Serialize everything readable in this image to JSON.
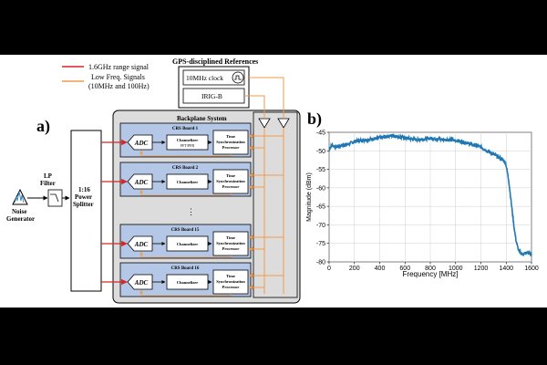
{
  "legend": {
    "rf_label": "1.6GHz range signal",
    "lf_label_1": "Low Freq. Signals",
    "lf_label_2": "(10MHz and 100Hz)"
  },
  "references": {
    "title": "GPS-disciplined References",
    "clock": "10MHz clock",
    "irig": "IRIG-B"
  },
  "panel_a": {
    "label": "a)",
    "noise_1": "Noise",
    "noise_2": "Generator",
    "lp_1": "LP",
    "lp_2": "Filter",
    "splitter_1": "1:16",
    "splitter_2": "Power",
    "splitter_3": "Splitter",
    "backplane": "Backplane System",
    "ellipsis": "⋮",
    "boards": [
      {
        "title": "CRS Board 1",
        "adc": "ADC",
        "chan": "Channelizer",
        "chan_sub": "FFT/PFB",
        "tsp_1": "Time",
        "tsp_2": "Synchronization",
        "tsp_3": "Processor"
      },
      {
        "title": "CRS Board 2",
        "adc": "ADC",
        "chan": "Channelizer",
        "tsp_1": "Time",
        "tsp_2": "Synchronization",
        "tsp_3": "Processor"
      },
      {
        "title": "CRS Board 15",
        "adc": "ADC",
        "chan": "Channelizer",
        "tsp_1": "Time",
        "tsp_2": "Synchronization",
        "tsp_3": "Processor"
      },
      {
        "title": "CRS Board 16",
        "adc": "ADC",
        "chan": "Channelizer",
        "tsp_1": "Time",
        "tsp_2": "Synchronization",
        "tsp_3": "Processor"
      }
    ]
  },
  "panel_b": {
    "label": "b)"
  },
  "colors": {
    "rf": "#d62728",
    "lf": "#f39a4a",
    "board_fill": "#b4c7e7",
    "backplane_fill": "#dcdcdc",
    "trace": "#1f77b4"
  },
  "chart_data": {
    "type": "line",
    "xlabel": "Frequency [MHz]",
    "ylabel": "Magnitude (dBm)",
    "xlim": [
      0,
      1600
    ],
    "ylim": [
      -80,
      -45
    ],
    "xticks": [
      0,
      200,
      400,
      600,
      800,
      1000,
      1200,
      1400,
      1600
    ],
    "yticks": [
      -45,
      -50,
      -55,
      -60,
      -65,
      -70,
      -75,
      -80
    ],
    "grid": true,
    "series": [
      {
        "x": [
          0,
          25,
          50,
          100,
          150,
          200,
          250,
          300,
          350,
          400,
          450,
          500,
          550,
          600,
          650,
          700,
          750,
          800,
          850,
          900,
          950,
          1000,
          1050,
          1100,
          1150,
          1200,
          1250,
          1300,
          1330,
          1350,
          1370,
          1390,
          1400,
          1410,
          1420,
          1430,
          1440,
          1450,
          1460,
          1470,
          1480,
          1490,
          1500,
          1510,
          1530,
          1560,
          1600
        ],
        "y": [
          -49.5,
          -48.5,
          -49,
          -48.5,
          -48.2,
          -47.5,
          -47.2,
          -47,
          -46.8,
          -46.5,
          -46.2,
          -45.8,
          -46.2,
          -46.5,
          -46.8,
          -47,
          -46.8,
          -46.6,
          -46.8,
          -47,
          -47,
          -47.2,
          -47.5,
          -48,
          -48.5,
          -49,
          -50,
          -51,
          -51.5,
          -52,
          -52.3,
          -53,
          -54,
          -56,
          -58,
          -61,
          -64,
          -67,
          -70,
          -72.5,
          -74.5,
          -76,
          -77,
          -77.5,
          -78,
          -77.5,
          -77.8
        ]
      }
    ]
  }
}
